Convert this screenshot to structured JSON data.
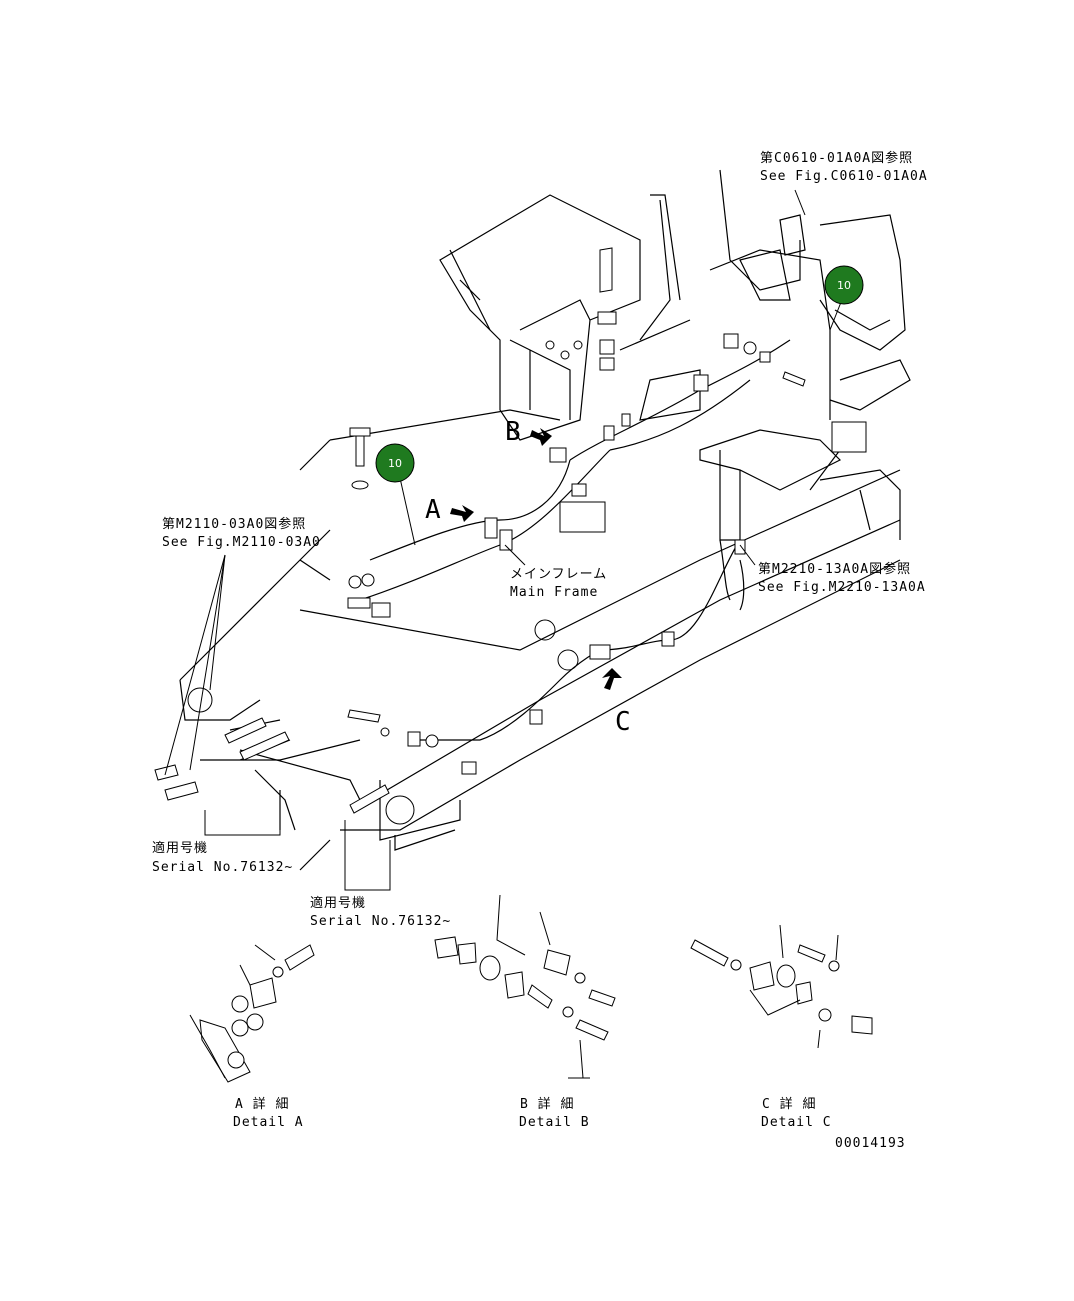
{
  "refs": {
    "c0610_jp": "第C0610-01A0A図参照",
    "c0610_en": "See Fig.C0610-01A0A",
    "m2110_jp": "第M2110-03A0図参照",
    "m2110_en": "See Fig.M2110-03A0",
    "m2210_jp": "第M2210-13A0A図参照",
    "m2210_en": "See Fig.M2210-13A0A"
  },
  "main_frame": {
    "jp": "メインフレーム",
    "en": "Main Frame"
  },
  "view_letters": {
    "a": "A",
    "b": "B",
    "c": "C"
  },
  "serial_labels": [
    {
      "jp": "適用号機",
      "en": "Serial No.76132~"
    },
    {
      "jp": "適用号機",
      "en": "Serial No.76132~"
    }
  ],
  "details": [
    {
      "jp": "A 詳 細",
      "en": "Detail A"
    },
    {
      "jp": "B 詳 細",
      "en": "Detail B"
    },
    {
      "jp": "C 詳 細",
      "en": "Detail C"
    }
  ],
  "badges": [
    {
      "number": "10"
    },
    {
      "number": "10"
    }
  ],
  "drawing_number": "00014193",
  "colors": {
    "badge_fill": "#1f7a1f",
    "line": "#000000",
    "background": "#ffffff"
  }
}
